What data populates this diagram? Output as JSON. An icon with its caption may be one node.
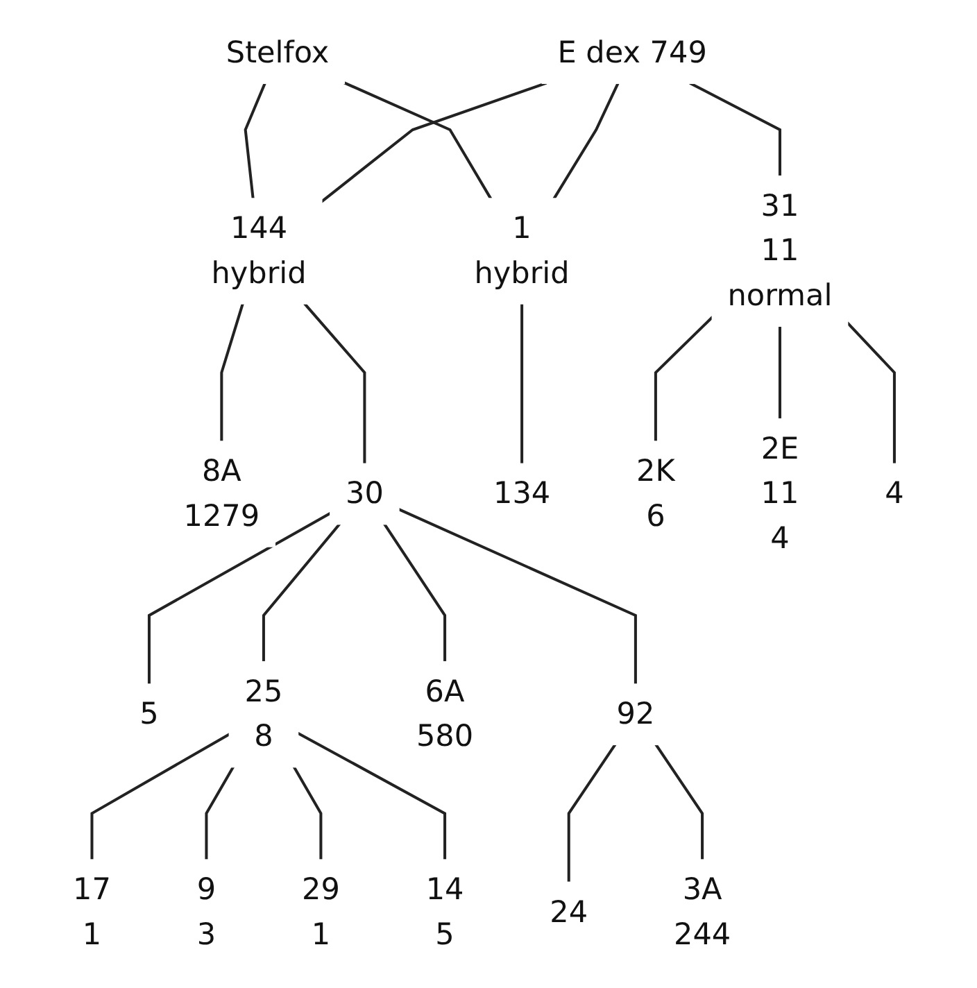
{
  "diagram": {
    "nodes": [
      {
        "text": [
          "Stelfox"
        ]
      },
      {
        "text": [
          "E dex 749"
        ]
      },
      {
        "text": [
          "144",
          "hybrid"
        ]
      },
      {
        "text": [
          "1",
          "hybrid"
        ]
      },
      {
        "text": [
          "31",
          "11",
          "normal"
        ]
      },
      {
        "text": [
          "8A",
          "1279"
        ]
      },
      {
        "text": [
          "30"
        ]
      },
      {
        "text": [
          "134"
        ]
      },
      {
        "text": [
          "2K",
          "6"
        ]
      },
      {
        "text": [
          "2E",
          "11",
          "4"
        ]
      },
      {
        "text": [
          "4"
        ]
      },
      {
        "text": [
          "5"
        ]
      },
      {
        "text": [
          "25",
          "8"
        ]
      },
      {
        "text": [
          "6A",
          "580"
        ]
      },
      {
        "text": [
          "92"
        ]
      },
      {
        "text": [
          "17",
          "1"
        ]
      },
      {
        "text": [
          "9",
          "3"
        ]
      },
      {
        "text": [
          "29",
          "1"
        ]
      },
      {
        "text": [
          "14",
          "5"
        ]
      },
      {
        "text": [
          "24"
        ]
      },
      {
        "text": [
          "3A",
          "244"
        ]
      }
    ],
    "edges": [
      {
        "from": 0,
        "to": 2,
        "arrow": "none"
      },
      {
        "from": 0,
        "to": 3,
        "arrow": "none"
      },
      {
        "from": 1,
        "to": 2,
        "arrow": "none"
      },
      {
        "from": 1,
        "to": 3,
        "arrow": "none"
      },
      {
        "from": 1,
        "to": 4,
        "arrow": "none"
      },
      {
        "from": 2,
        "to": 5,
        "arrow": "none"
      },
      {
        "from": 2,
        "to": 6,
        "arrow": "none"
      },
      {
        "from": 3,
        "to": 7,
        "arrow": "none"
      },
      {
        "from": 4,
        "to": 8,
        "arrow": "none"
      },
      {
        "from": 4,
        "to": 9,
        "arrow": "none"
      },
      {
        "from": 4,
        "to": 10,
        "arrow": "none"
      },
      {
        "from": 6,
        "to": 11,
        "arrow": "none"
      },
      {
        "from": 6,
        "to": 12,
        "arrow": "none"
      },
      {
        "from": 6,
        "to": 13,
        "arrow": "none"
      },
      {
        "from": 6,
        "to": 14,
        "arrow": "none"
      },
      {
        "from": 12,
        "to": 15,
        "arrow": "none"
      },
      {
        "from": 12,
        "to": 16,
        "arrow": "none"
      },
      {
        "from": 12,
        "to": 17,
        "arrow": "none"
      },
      {
        "from": 12,
        "to": 18,
        "arrow": "none"
      },
      {
        "from": 14,
        "to": 19,
        "arrow": "none"
      },
      {
        "from": 14,
        "to": 20,
        "arrow": "none"
      }
    ]
  }
}
